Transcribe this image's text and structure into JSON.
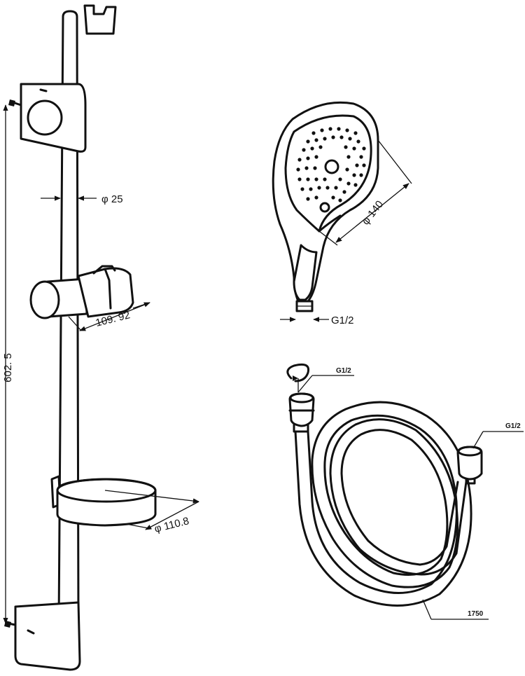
{
  "dimensions": {
    "rail_diameter": "φ 25",
    "holder_width": "109. 92",
    "rail_length": "602. 5",
    "soap_dish_diameter": "φ 110.8",
    "hand_shower_diameter": "φ 140",
    "hand_shower_thread": "G1/2",
    "hose_thread_top": "G1/2",
    "hose_thread_right": "G1/2",
    "hose_length": "1750"
  }
}
